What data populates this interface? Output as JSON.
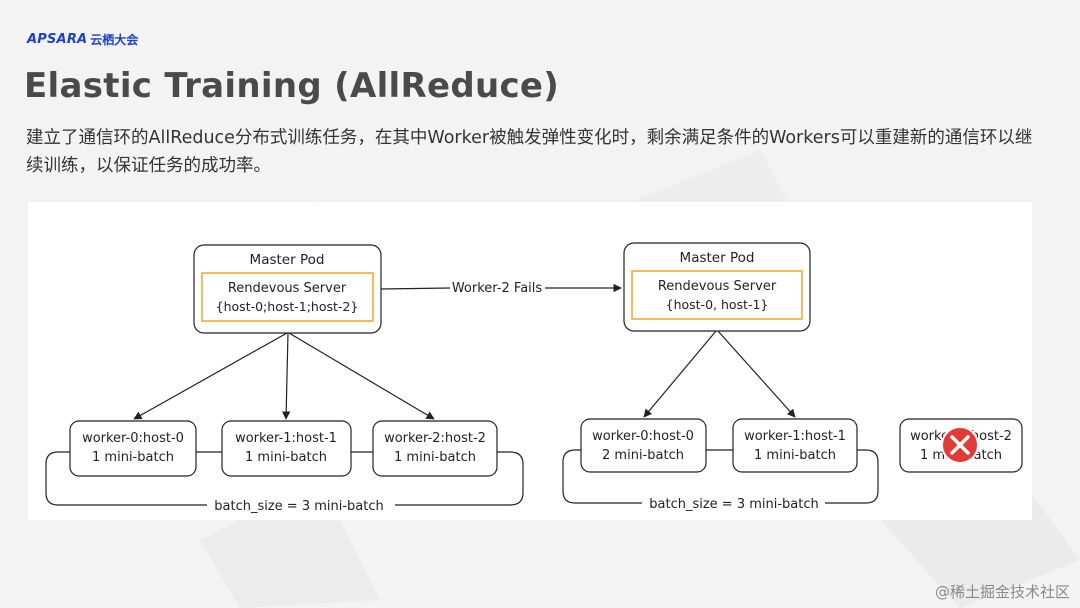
{
  "header": {
    "logo_text": "APSARA",
    "logo_sub": "云栖大会",
    "title": "Elastic Training (AllReduce)",
    "description": "建立了通信环的AllReduce分布式训练任务，在其中Worker被触发弹性变化时，剩余满足条件的Workers可以重建新的通信环以继续训练，以保证任务的成功率。"
  },
  "diagram": {
    "left": {
      "master_title": "Master Pod",
      "server_name": "Rendevous Server",
      "server_hosts": "{host-0;host-1;host-2}",
      "workers": [
        {
          "name": "worker-0:host-0",
          "batch": "1 mini-batch"
        },
        {
          "name": "worker-1:host-1",
          "batch": "1 mini-batch"
        },
        {
          "name": "worker-2:host-2",
          "batch": "1 mini-batch"
        }
      ],
      "batch_size": "batch_size = 3 mini-batch"
    },
    "transition_label": "Worker-2 Fails",
    "right": {
      "master_title": "Master Pod",
      "server_name": "Rendevous Server",
      "server_hosts": "{host-0, host-1}",
      "workers": [
        {
          "name": "worker-0:host-0",
          "batch": "2 mini-batch"
        },
        {
          "name": "worker-1:host-1",
          "batch": "1 mini-batch"
        }
      ],
      "failed_worker": {
        "name": "worker-2:host-2",
        "batch": "1 mini-batch"
      },
      "batch_size": "batch_size = 3 mini-batch"
    }
  },
  "watermark": "@稀土掘金技术社区",
  "colors": {
    "accent": "#f5a623",
    "error": "#e53935",
    "logo": "#1b3fcf",
    "line": "#222222"
  }
}
